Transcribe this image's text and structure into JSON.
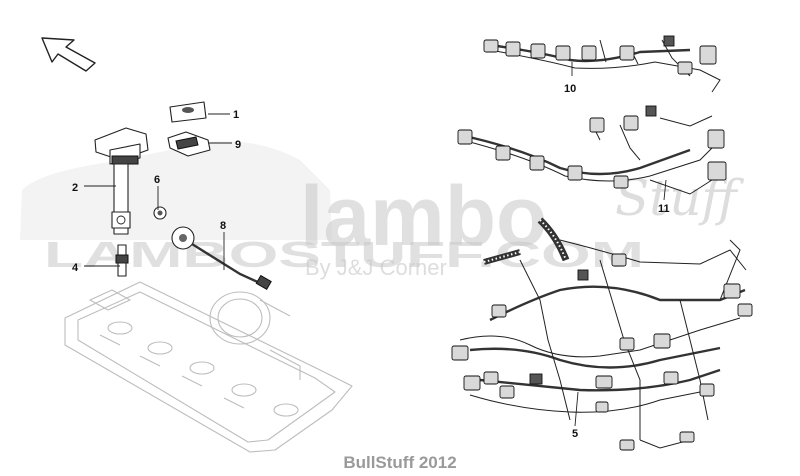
{
  "watermark": {
    "brand": "lambo",
    "script": "Stuff",
    "site": "LAMBOSTUFF.COM",
    "byline": "By J&J Corner"
  },
  "footer": {
    "credit": "BullStuff 2012"
  },
  "callouts": [
    "1",
    "9",
    "2",
    "6",
    "8",
    "4",
    "10",
    "11",
    "5"
  ],
  "arrow": {
    "icon": "direction-arrow-icon"
  }
}
